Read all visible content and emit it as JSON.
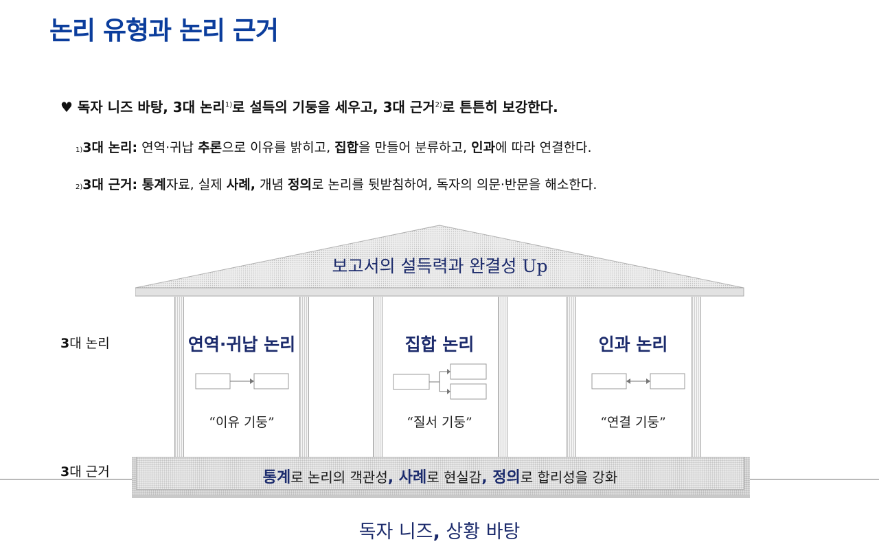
{
  "title": "논리 유형과 논리 근거",
  "intro": {
    "bullet": "♥",
    "p1": "독자 니즈 바탕, 3대 논리",
    "fn1": "1)",
    "p2": "로 설득의 기둥을 세우고, 3대 근거",
    "fn2": "2)",
    "p3": "로 튼튼히 보강한다."
  },
  "note1": {
    "mark": "1)",
    "head": "3대 논리:",
    "t1": " 연역·귀납 ",
    "b1": "추론",
    "t2": "으로 이유를 밝히고, ",
    "b2": "집합",
    "t3": "을 만들어 분류하고, ",
    "b3": "인과",
    "t4": "에 따라 연결한다."
  },
  "note2": {
    "mark": "2)",
    "head": "3대 근거:",
    "b1": " 통계",
    "t1": "자료, 실제 ",
    "b2": "사례,",
    "t2": " 개념 ",
    "b3": "정의",
    "t3": "로 논리를 뒷받침하여, 독자의 의문·반문을 해소한다."
  },
  "diagram": {
    "roof_label": "보고서의 설득력과 완결성 Up",
    "logic_label_num": "3",
    "logic_label_text": "대 논리",
    "basis_label_num": "3",
    "basis_label_text": "대 근거",
    "bays": [
      {
        "title": "연역·귀납 논리",
        "quote": "“이유 기둥”"
      },
      {
        "title": "집합 논리",
        "quote": "“질서 기둥”"
      },
      {
        "title": "인과 논리",
        "quote": "“연결 기둥”"
      }
    ],
    "base": {
      "b1": "통계",
      "t1": "로 논리의 객관성",
      "s1": ", ",
      "b2": "사례",
      "t2": "로 현실감",
      "s2": ", ",
      "b3": "정의",
      "t3": "로 합리성을 강화"
    },
    "footer": {
      "t1": "독자 니즈",
      "s1": ",",
      "t2": " 상황 바탕"
    }
  },
  "colors": {
    "title": "#0b3d9c",
    "diagram_text": "#1b2a6b"
  }
}
